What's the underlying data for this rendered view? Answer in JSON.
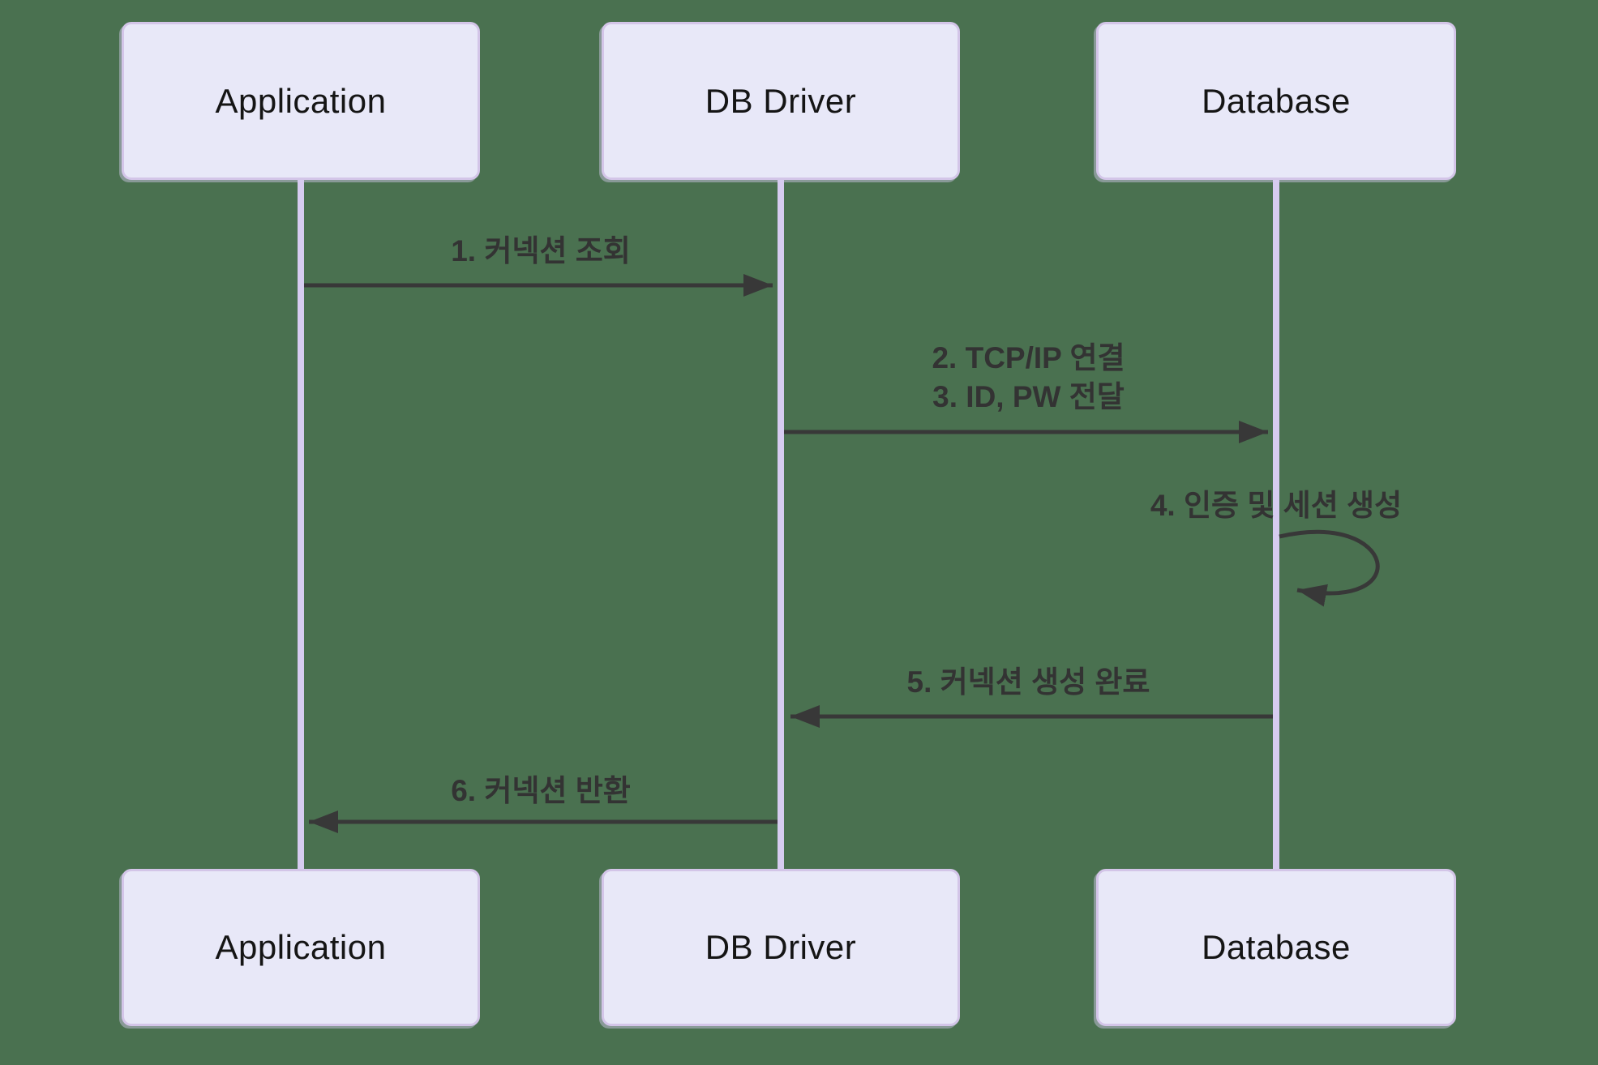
{
  "diagram": {
    "type": "sequence-diagram",
    "title": "DB connection acquisition flow",
    "colors": {
      "background": "#4A7150",
      "actor_fill": "#E8E8F8",
      "actor_border": "#D3C5E8",
      "lifeline": "#D6CCF0",
      "arrow": "#383838",
      "message_text": "#333333",
      "actor_text": "#151515"
    },
    "actors": [
      {
        "id": "application",
        "label": "Application"
      },
      {
        "id": "db-driver",
        "label": "DB Driver"
      },
      {
        "id": "database",
        "label": "Database"
      }
    ],
    "messages": [
      {
        "seq": "1",
        "from": "application",
        "to": "db-driver",
        "kind": "solid-arrow",
        "lines": [
          "1. 커넥션 조회"
        ]
      },
      {
        "seq": "2-3",
        "from": "db-driver",
        "to": "database",
        "kind": "solid-arrow",
        "lines": [
          "2. TCP/IP 연결",
          "3. ID, PW 전달"
        ]
      },
      {
        "seq": "4",
        "from": "database",
        "to": "database",
        "kind": "self-loop",
        "lines": [
          "4. 인증 및 세션 생성"
        ]
      },
      {
        "seq": "5",
        "from": "database",
        "to": "db-driver",
        "kind": "solid-arrow",
        "lines": [
          "5. 커넥션 생성 완료"
        ]
      },
      {
        "seq": "6",
        "from": "db-driver",
        "to": "application",
        "kind": "solid-arrow",
        "lines": [
          "6. 커넥션 반환"
        ]
      }
    ]
  }
}
